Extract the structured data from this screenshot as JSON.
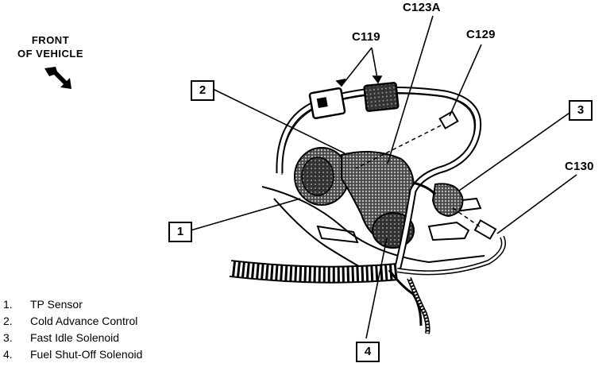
{
  "front": {
    "line1": "FRONT",
    "line2": "OF VEHICLE"
  },
  "callouts": {
    "c119": "C119",
    "c123a": "C123A",
    "c129": "C129",
    "c130": "C130"
  },
  "numbers": {
    "n1": "1",
    "n2": "2",
    "n3": "3",
    "n4": "4"
  },
  "legend": [
    {
      "num": "1.",
      "text": "TP Sensor"
    },
    {
      "num": "2.",
      "text": "Cold Advance Control"
    },
    {
      "num": "3.",
      "text": "Fast Idle Solenoid"
    },
    {
      "num": "4.",
      "text": "Fuel Shut-Off Solenoid"
    }
  ],
  "colors": {
    "ink": "#000000",
    "paper": "#ffffff",
    "shade": "#3a3a3a"
  }
}
